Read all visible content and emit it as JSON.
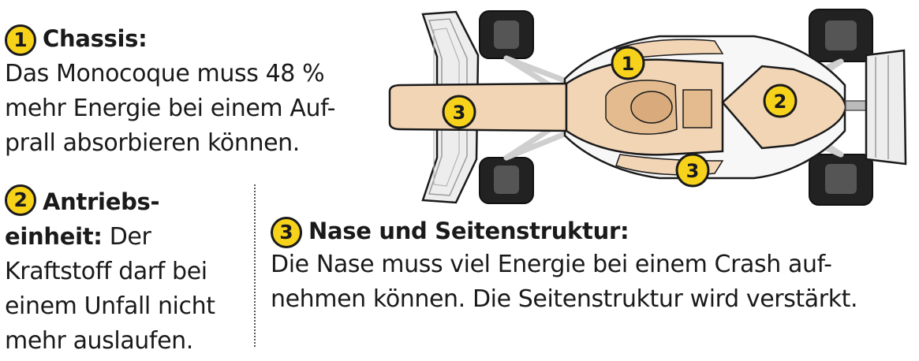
{
  "sections": [
    {
      "number": "1",
      "heading": "Chassis:",
      "lines": [
        "Das Monocoque muss 48 %",
        "mehr Energie bei einem Auf-",
        "prall absorbieren können."
      ]
    },
    {
      "number": "2",
      "heading_lines": [
        "Antriebs-",
        "einheit:"
      ],
      "inline_text": " Der",
      "lines": [
        "Kraftstoff darf bei",
        "einem Unfall nicht",
        "mehr auslaufen."
      ]
    },
    {
      "number": "3",
      "heading": "Nase und Seitenstruktur:",
      "lines": [
        "Die Nase muss viel Energie bei einem Crash auf-",
        "nehmen können. Die Seitenstruktur wird verstärkt."
      ]
    }
  ],
  "diagram_labels": {
    "chassis": "1",
    "power_unit": "2",
    "nose": "3",
    "side_structure": "3"
  },
  "colors": {
    "badge": "#f7d21a",
    "structure": "#f1d5b5",
    "outline": "#1a1a1a"
  }
}
